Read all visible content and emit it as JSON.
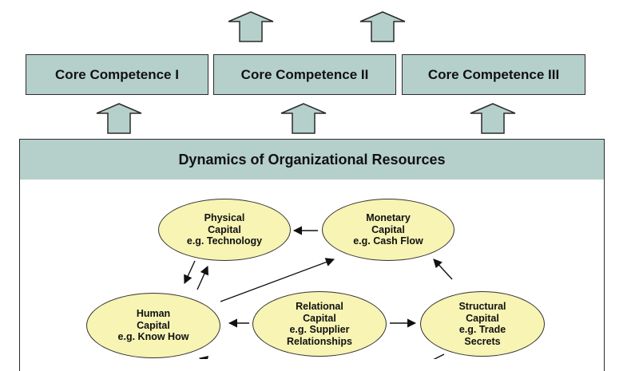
{
  "core_competences": [
    {
      "label": "Core Competence I"
    },
    {
      "label": "Core Competence II"
    },
    {
      "label": "Core Competence III"
    }
  ],
  "dynamics_title": "Dynamics of Organizational Resources",
  "nodes": {
    "physical": {
      "lines": [
        "Physical",
        "Capital",
        "e.g. Technology"
      ]
    },
    "monetary": {
      "lines": [
        "Monetary",
        "Capital",
        "e.g. Cash Flow"
      ]
    },
    "human": {
      "lines": [
        "Human",
        "Capital",
        "e.g. Know How"
      ]
    },
    "relational": {
      "lines": [
        "Relational",
        "Capital",
        "e.g. Supplier",
        "Relationships"
      ]
    },
    "structural": {
      "lines": [
        "Structural",
        "Capital",
        "e.g. Trade",
        "Secrets"
      ]
    }
  },
  "colors": {
    "box_fill": "#b5d0cb",
    "node_fill": "#f7f4b4",
    "outline": "#2b2b2b"
  }
}
